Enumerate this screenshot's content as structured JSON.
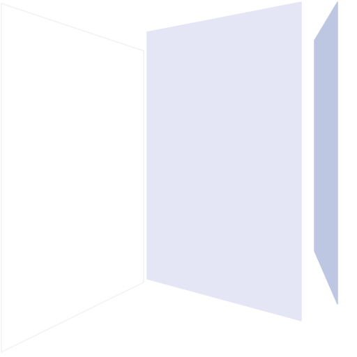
{
  "scene": {
    "background_color": "#ffffff",
    "panels": [
      {
        "name": "left-panel",
        "fill": "#ffffff",
        "stroke": "#f1f2f5"
      },
      {
        "name": "center-panel",
        "fill": "#e4e6f6",
        "stroke": "#e4e6f6"
      },
      {
        "name": "right-panel",
        "fill": "#bec7e2",
        "stroke": "#bec7e2"
      }
    ]
  }
}
